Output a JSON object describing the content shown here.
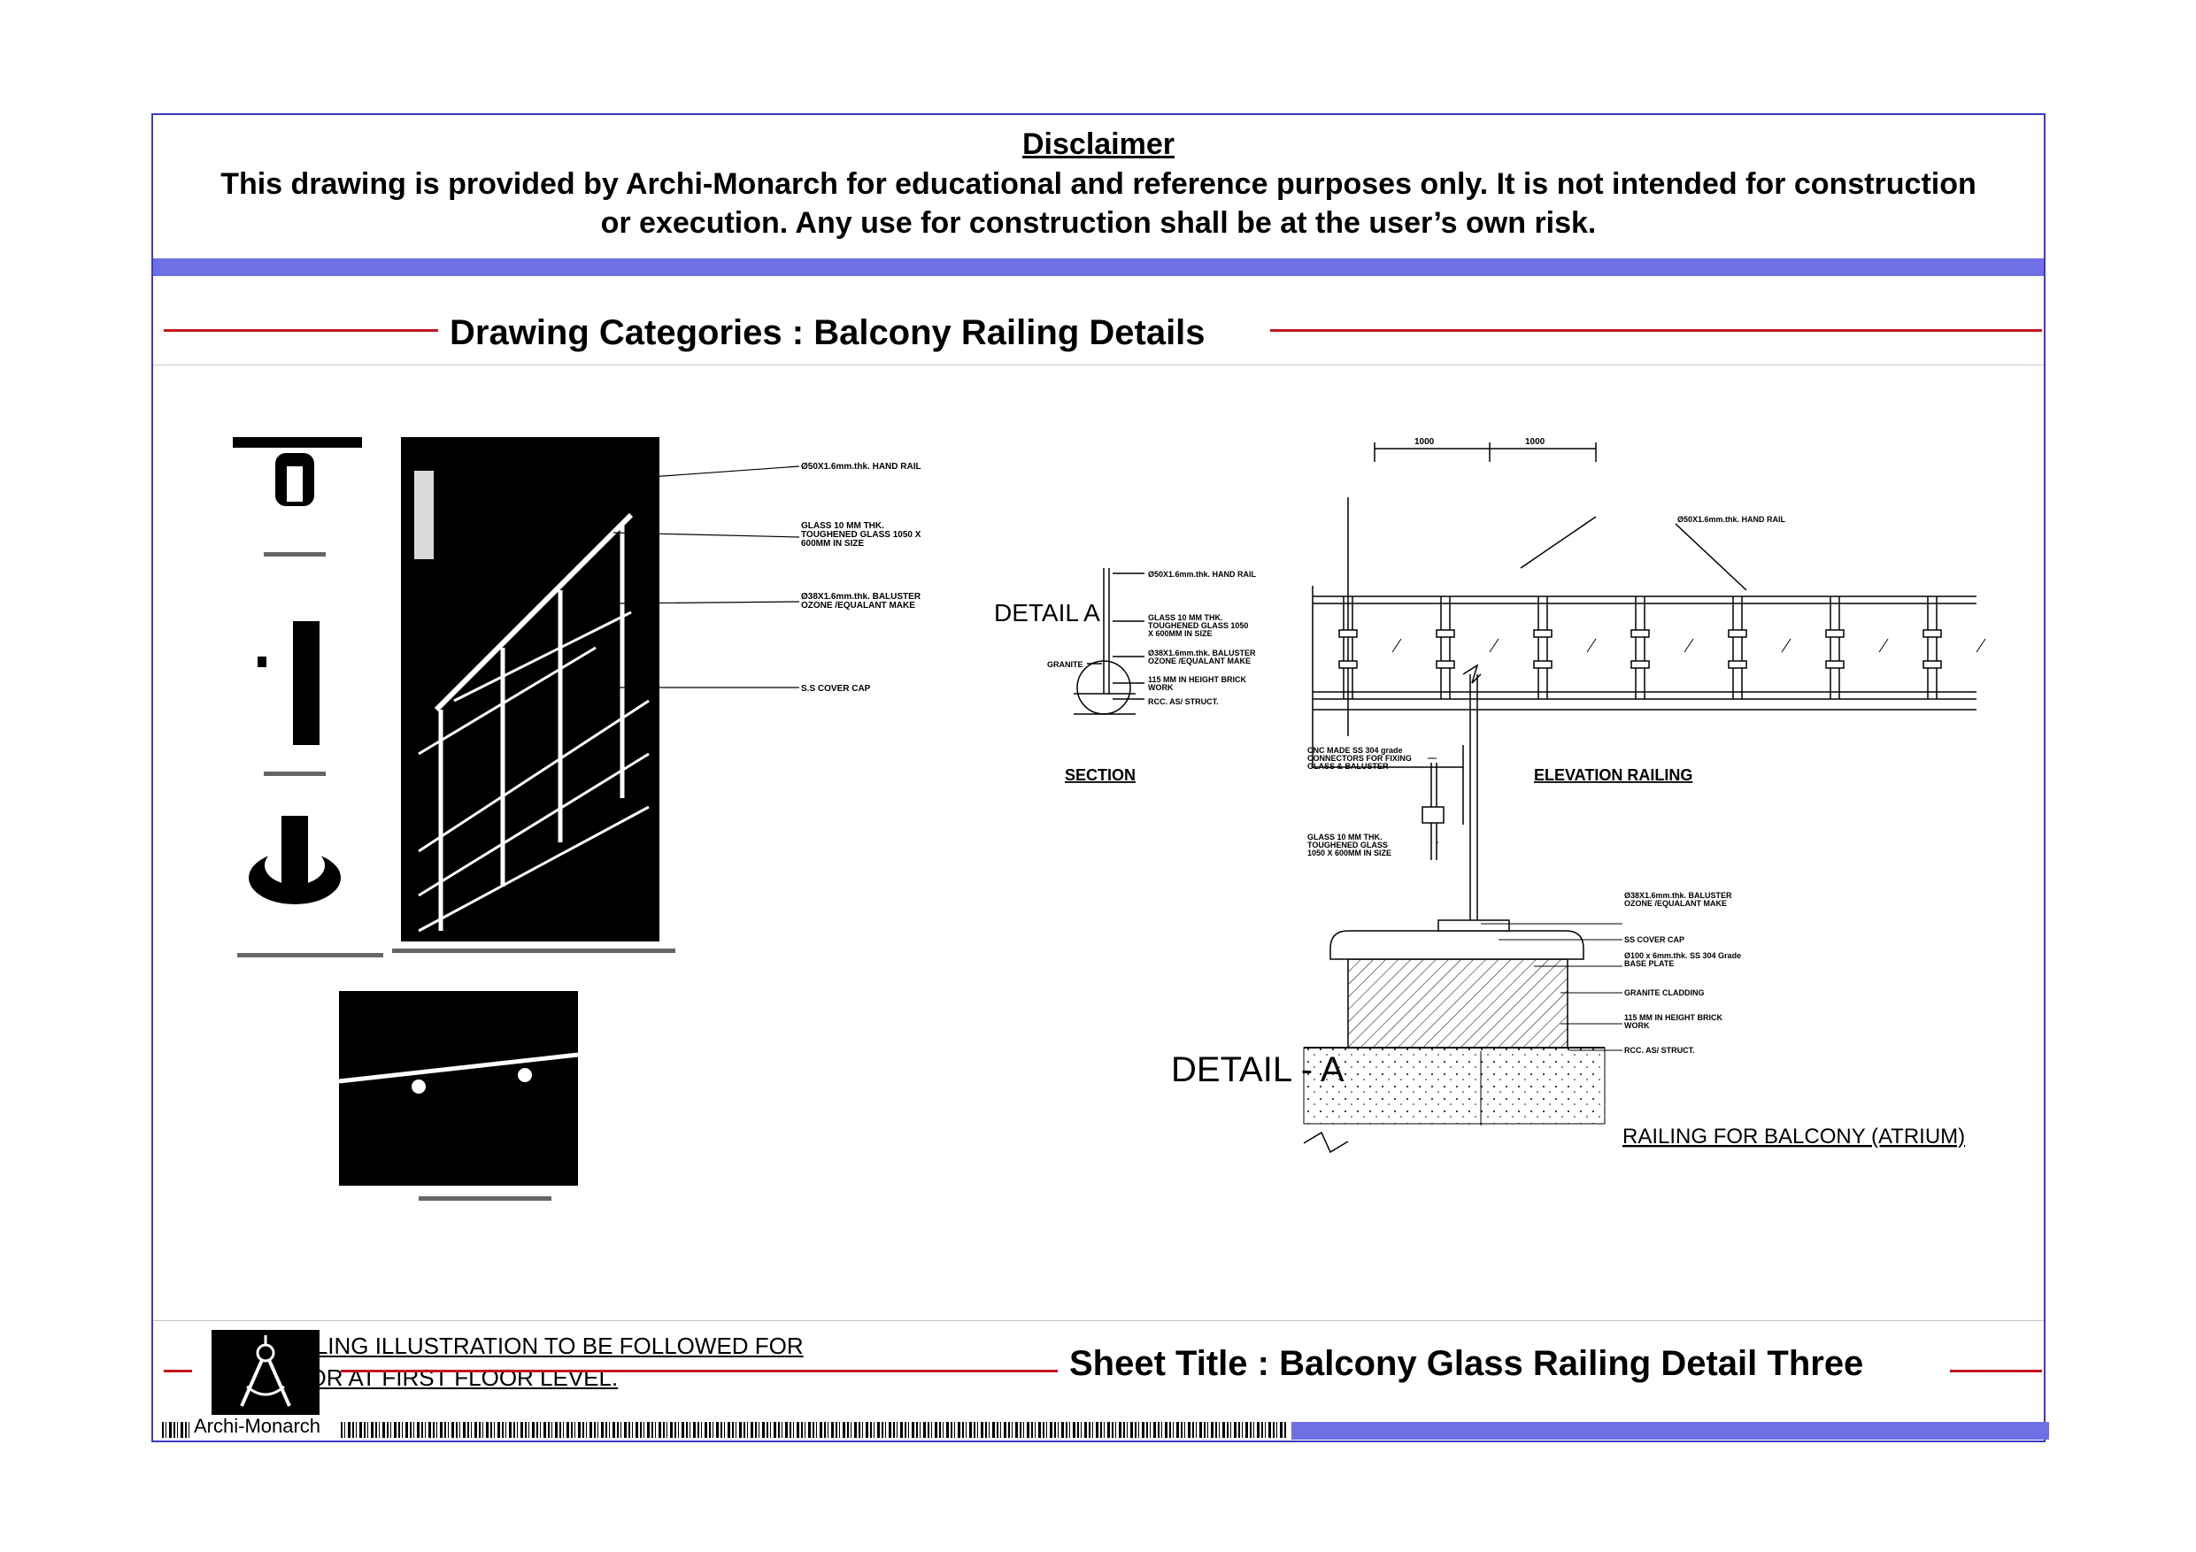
{
  "disclaimer": {
    "heading": "Disclaimer",
    "text": "This drawing is provided by Archi-Monarch for educational and reference purposes only. It is not intended for construction or execution. Any use for construction shall be at the user’s own risk."
  },
  "category_title": "Drawing Categories : Balcony Railing Details",
  "sheet_title": "Sheet Title : Balcony Glass Railing Detail Three",
  "brand": "Archi-Monarch",
  "colors": {
    "frame": "#3b3bc4",
    "accent_bar": "#6f6fe6",
    "rule": "#c3141c"
  },
  "left_photos": {
    "labels": {
      "hand_rail": "Ø50X1.6mm.thk. HAND RAIL",
      "glass": "GLASS 10 MM THK. TOUGHENED GLASS 1050 X 600MM IN SIZE",
      "baluster": "Ø38X1.6mm.thk. BALUSTER OZONE /EQUALANT MAKE",
      "cover_cap": "S.S COVER CAP"
    }
  },
  "notes": {
    "line1": "THIS RAILING ILLUSTRATION TO BE FOLLOWED FOR",
    "line2": "CORRIDOR  AT FIRST FLOOR LEVEL."
  },
  "section": {
    "detail_tag": "DETAIL A",
    "title": "SECTION",
    "labels": {
      "hand_rail": "Ø50X1.6mm.thk. HAND RAIL",
      "glass": "GLASS 10 MM THK. TOUGHENED GLASS 1050 X 600MM IN SIZE",
      "baluster": "Ø38X1.6mm.thk. BALUSTER OZONE /EQUALANT MAKE",
      "granite": "GRANITE",
      "brick": "115 MM IN HEIGHT BRICK WORK",
      "rcc": "RCC. AS/ STRUCT."
    }
  },
  "elevation": {
    "title": "ELEVATION  RAILING",
    "dim1": "1000",
    "dim2": "1000",
    "hand_rail": "Ø50X1.6mm.thk. HAND RAIL"
  },
  "detail_a": {
    "title": "DETAIL - A",
    "caption": "RAILING   FOR   BALCONY  (ATRIUM)",
    "labels": {
      "cnc": "CNC MADE SS 304 grade CONNECTORS FOR FIXING GLASS & BALUSTER",
      "glass": "GLASS 10 MM THK. TOUGHENED GLASS 1050 X 600MM IN SIZE",
      "baluster": "Ø38X1.6mm.thk. BALUSTER OZONE /EQUALANT MAKE",
      "cover_cap": "SS COVER CAP",
      "base_plate": "Ø100 x 6mm.thk. SS 304 Grade BASE PLATE",
      "granite": "GRANITE CLADDING",
      "brick": "115 MM IN HEIGHT BRICK WORK",
      "rcc": "RCC. AS/ STRUCT."
    }
  }
}
